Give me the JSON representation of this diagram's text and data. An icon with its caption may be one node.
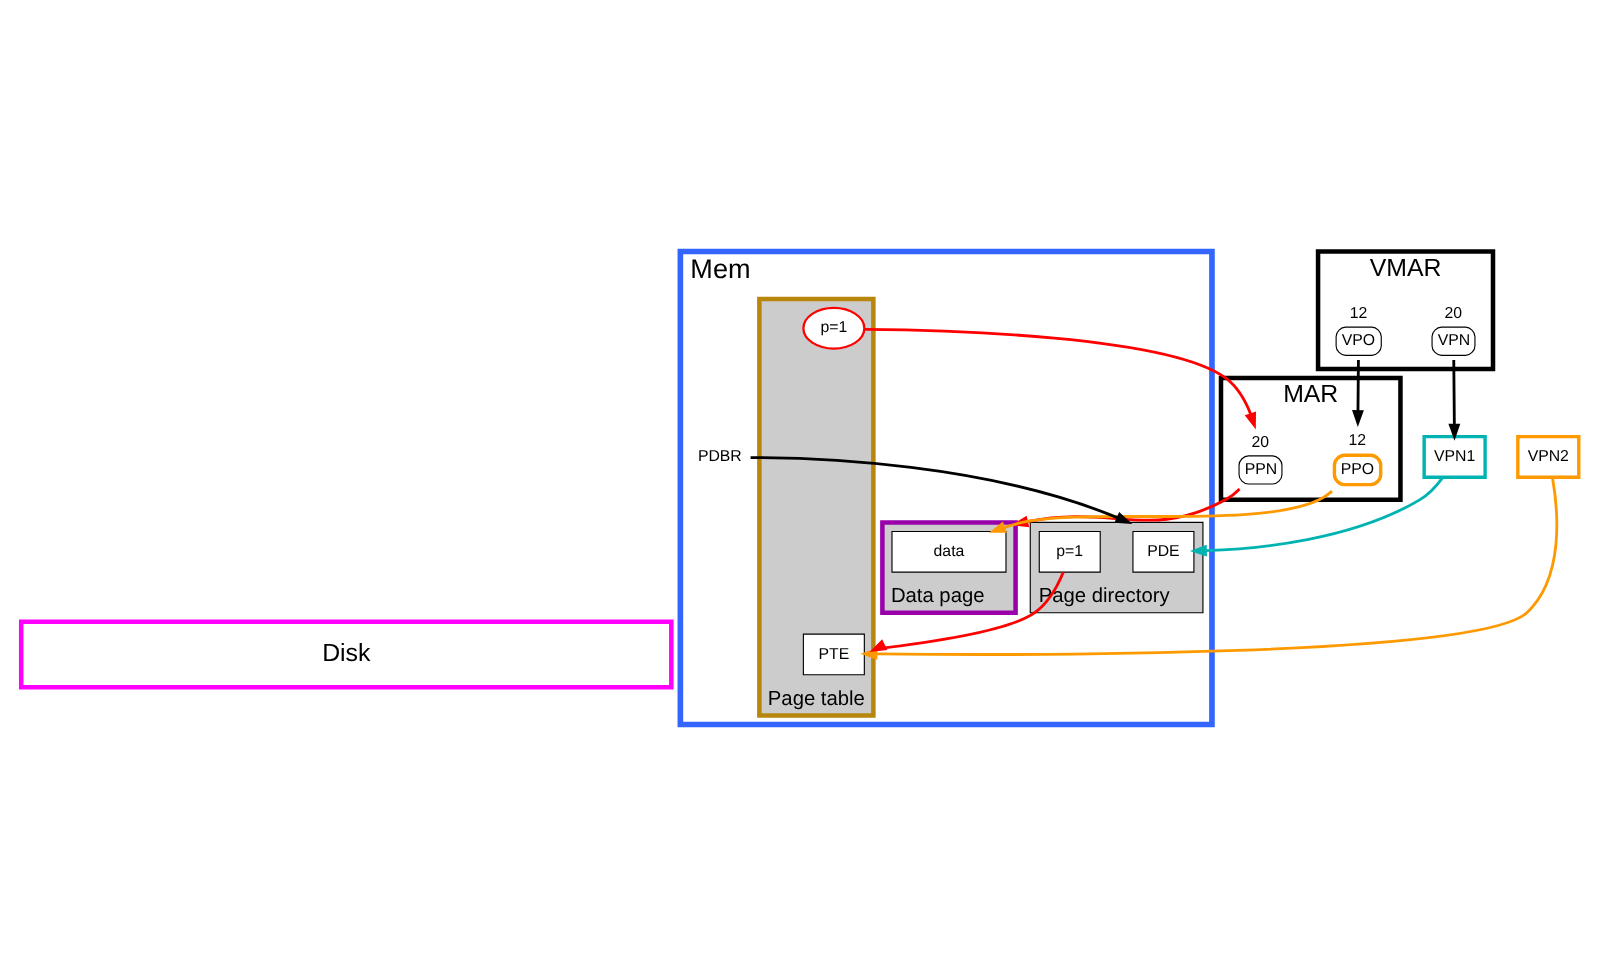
{
  "diagram": {
    "nodes": [
      {
        "text": [
          "VMAR"
        ]
      },
      {
        "text": [
          "VPN"
        ],
        "in": 0,
        "beside": [
          "20"
        ]
      },
      {
        "text": [
          "VPO"
        ],
        "in": 0,
        "beside": [
          "12"
        ]
      },
      {
        "text": [
          "VPN1"
        ]
      },
      {
        "text": [
          "VPN2"
        ]
      },
      {
        "text": [
          "MAR"
        ]
      },
      {
        "text": [
          "PPN"
        ],
        "in": 5,
        "beside": [
          "20"
        ]
      },
      {
        "text": [
          "PPO"
        ],
        "in": 5,
        "beside": [
          "12"
        ]
      },
      {
        "text": [
          "Mem"
        ]
      },
      {
        "text": [
          "Page directory"
        ],
        "in": 8
      },
      {
        "text": [
          "PDE"
        ],
        "in": 9
      },
      {
        "text": [
          "p=1"
        ],
        "in": 9
      },
      {
        "text": [
          "Page table"
        ],
        "in": 8
      },
      {
        "text": [
          "PTE"
        ],
        "in": 12
      },
      {
        "text": [
          "p=1"
        ],
        "in": 12
      },
      {
        "text": [
          "Data page"
        ],
        "in": 8
      },
      {
        "text": [
          "data"
        ],
        "in": 15
      },
      {
        "text": [
          "PDBR"
        ],
        "in": 8
      },
      {
        "text": [
          "Disk"
        ]
      }
    ],
    "edges": [
      {
        "from": 1,
        "to": 3,
        "arrow": "to"
      },
      {
        "from": 2,
        "to": 7,
        "arrow": "to"
      },
      {
        "from": 3,
        "to": 10,
        "arrow": "to",
        "color": "#00b3b3"
      },
      {
        "from": 4,
        "to": 13,
        "arrow": "to",
        "color": "#ff9900"
      },
      {
        "from": 11,
        "to": 12,
        "arrow": "to",
        "color": "#ff0000"
      },
      {
        "from": 14,
        "to": 6,
        "arrow": "to",
        "color": "#ff0000"
      },
      {
        "from": 6,
        "to": 15,
        "arrow": "to",
        "color": "#ff0000"
      },
      {
        "from": 7,
        "to": 16,
        "arrow": "to",
        "color": "#ff9900"
      },
      {
        "from": 17,
        "to": 9,
        "arrow": "to"
      }
    ]
  }
}
